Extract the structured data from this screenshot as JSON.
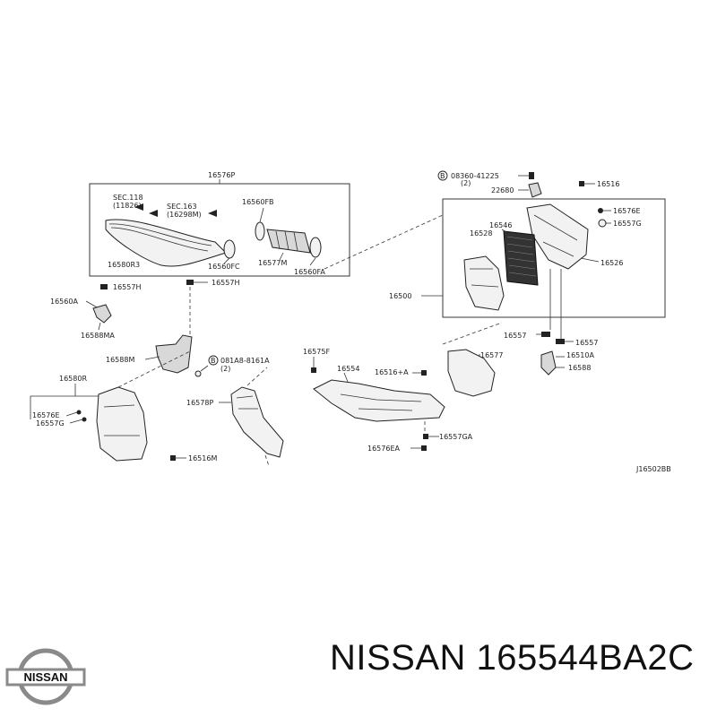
{
  "labels": {
    "l16576P": "16576P",
    "sec118a": "SEC.118",
    "sec118b": "(11826)",
    "sec163a": "SEC.163",
    "sec163b": "(16298M)",
    "l16560FB": "16560FB",
    "l16580R3": "16580R3",
    "l16560FC": "16560FC",
    "l16577M": "16577M",
    "l16560FA": "16560FA",
    "l16557H_a": "16557H",
    "l16557H_b": "16557H",
    "l16560A": "16560A",
    "l16588MA": "16588MA",
    "l16588M": "16588M",
    "b1_circle": "B",
    "l081A8": "081A8-8161A",
    "l081A8_qty": "(2)",
    "l16575F": "16575F",
    "l16554": "16554",
    "l16516A": "16516+A",
    "l16577": "16577",
    "l16580R": "16580R",
    "l16576E_l": "16576E",
    "l16557G_l": "16557G",
    "l16578P": "16578P",
    "l16516M": "16516M",
    "l16557GA": "16557GA",
    "l16576EA": "16576EA",
    "b2_circle": "B",
    "l08360": "08360-41225",
    "l08360_qty": "(2)",
    "l22680": "22680",
    "l16516": "16516",
    "l16576E_r": "16576E",
    "l16557G_r": "16557G",
    "l16546": "16546",
    "l16528": "16528",
    "l16526": "16526",
    "l16500": "16500",
    "l16557_a": "16557",
    "l16557_b": "16557",
    "l16510A": "16510A",
    "l16588": "16588",
    "ref": "J16502BB"
  },
  "footer": {
    "title": "NISSAN 165544BA2C",
    "logo_text": "NISSAN"
  }
}
